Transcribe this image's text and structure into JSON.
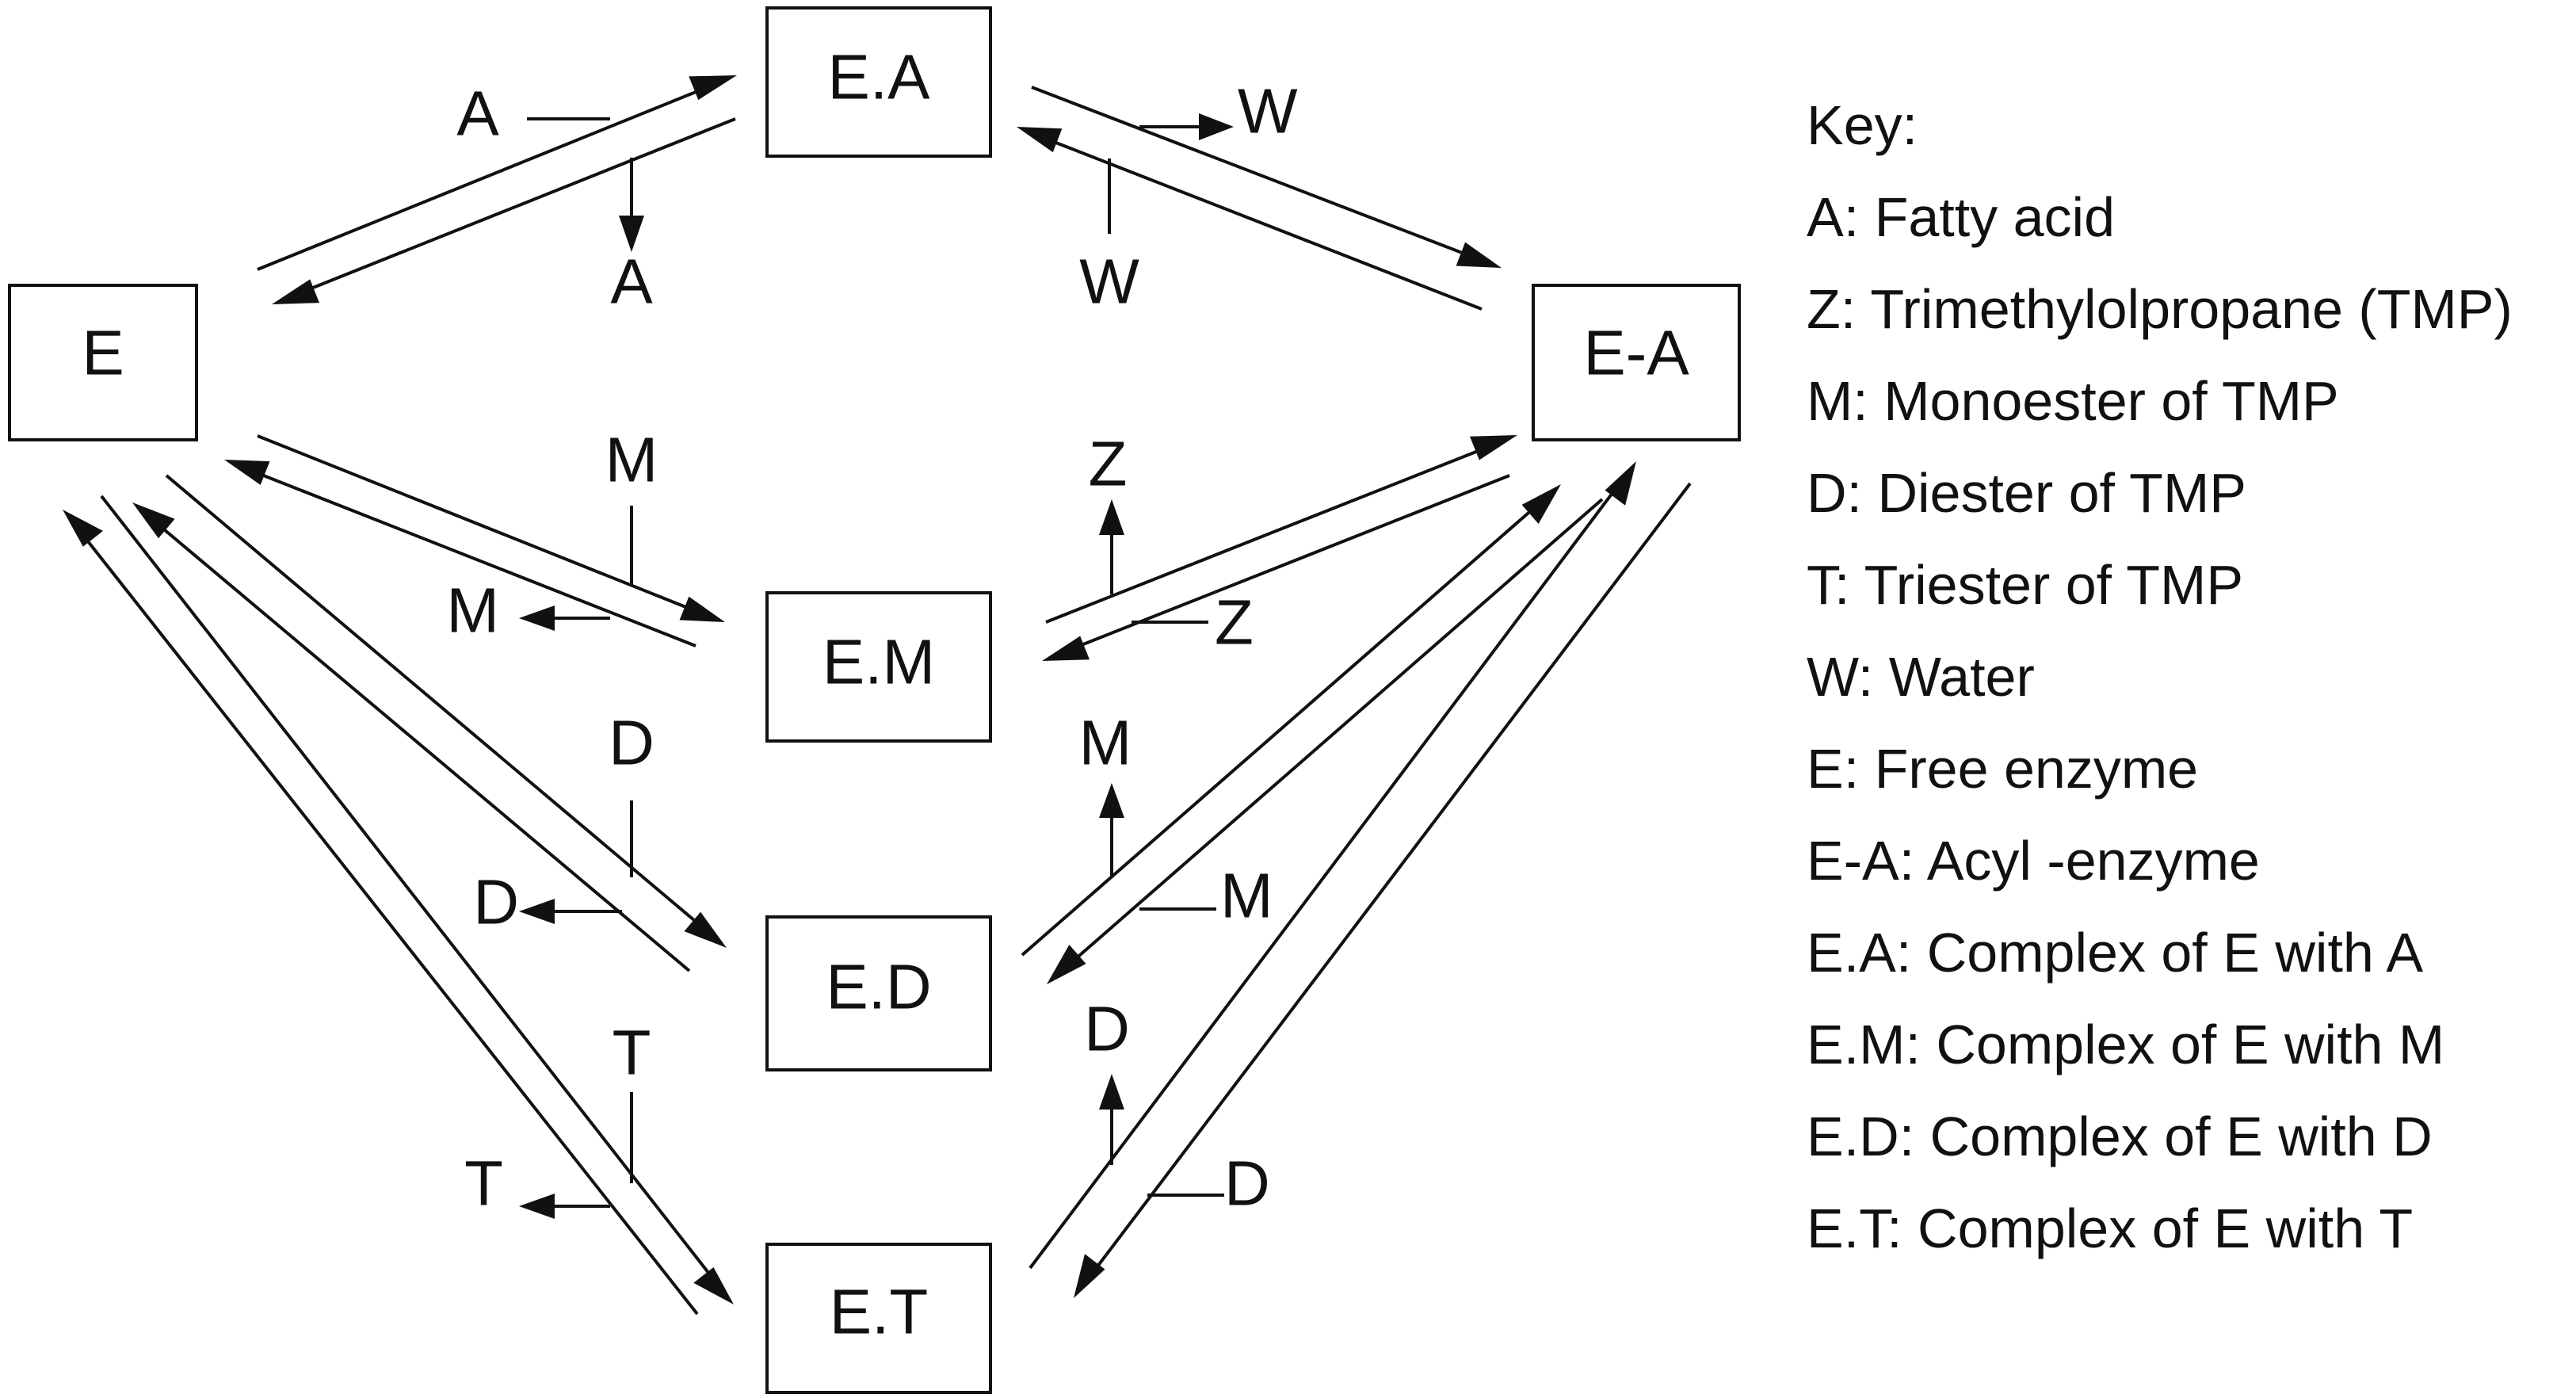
{
  "nodes": {
    "E": "E",
    "EA_complex": "E.A",
    "acyl": "E-A",
    "EM": "E.M",
    "ED": "E.D",
    "ET": "E.T"
  },
  "flows": {
    "A_in": "A",
    "A_out": "A",
    "W_out": "W",
    "W_in": "W",
    "M_out": "M",
    "M_up": "M",
    "M_in": "M",
    "Z_up": "Z",
    "Z_in": "Z",
    "D_out": "D",
    "D_in_label": "D",
    "D_up": "D",
    "D_in": "D",
    "T_in_label": "T",
    "T_out": "T"
  },
  "legend": {
    "title": "Key:",
    "items": [
      "A: Fatty acid",
      "Z: Trimethylolpropane (TMP)",
      "M: Monoester of TMP",
      "D: Diester of TMP",
      "T: Triester of TMP",
      "W: Water",
      "E: Free enzyme",
      "E-A: Acyl -enzyme",
      "E.A: Complex of E with A",
      "E.M: Complex of E with M",
      "E.D: Complex of E with D",
      "E.T: Complex of E with T"
    ]
  }
}
